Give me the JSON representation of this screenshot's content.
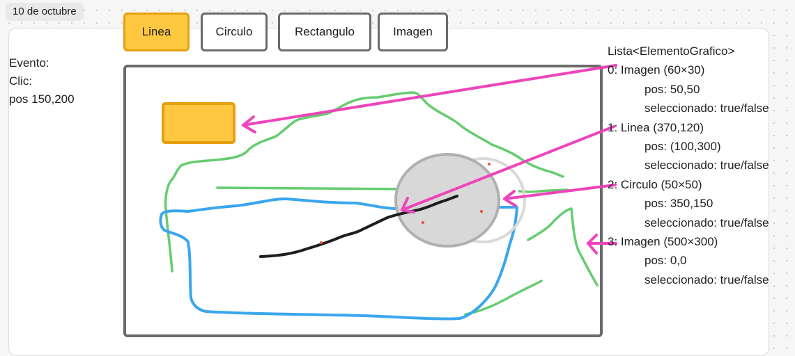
{
  "date_label": "10 de octubre",
  "event": {
    "title": "Evento:",
    "type": "Clic:",
    "pos": "pos 150,200"
  },
  "toolbar": {
    "buttons": [
      {
        "label": "Linea",
        "active": true
      },
      {
        "label": "Circulo",
        "active": false
      },
      {
        "label": "Rectangulo",
        "active": false
      },
      {
        "label": "Imagen",
        "active": false
      }
    ]
  },
  "list": {
    "title": "Lista<ElementoGrafico>",
    "items": [
      {
        "header": "0: Imagen (60×30)",
        "pos": "pos: 50,50",
        "selected": "seleccionado: true/false"
      },
      {
        "header": "1: Linea (370,120)",
        "pos": "pos: (100,300)",
        "selected": "seleccionado: true/false"
      },
      {
        "header": "2: Circulo (50×50)",
        "pos": "pos: 350,150",
        "selected": "seleccionado: true/false"
      },
      {
        "header": "3: Imagen (500×300)",
        "pos": "pos: 0,0",
        "selected": "seleccionado: true/false"
      }
    ]
  },
  "colors": {
    "active_fill": "#ffc840",
    "active_border": "#e6a00e",
    "button_border": "#6b6b6b",
    "canvas_border": "#6b6b6b",
    "green_stroke": "#66cc70",
    "blue_stroke": "#3aa6ee",
    "black_stroke": "#1e1e1e",
    "circle_fill": "#d8d8d8",
    "arrow_color": "#ee44bb"
  }
}
